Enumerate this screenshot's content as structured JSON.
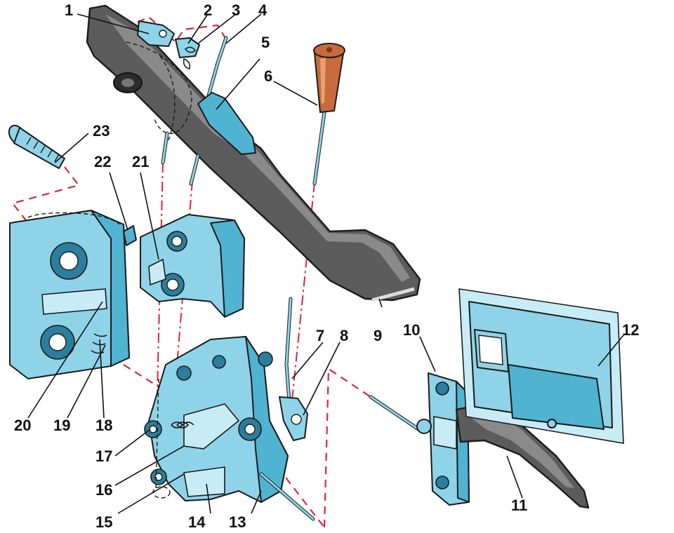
{
  "callouts": {
    "n1": "1",
    "n2": "2",
    "n3": "3",
    "n4": "4",
    "n5": "5",
    "n6": "6",
    "n7": "7",
    "n8": "8",
    "n9": "9",
    "n10": "10",
    "n11": "11",
    "n12": "12",
    "n13": "13",
    "n14": "14",
    "n15": "15",
    "n16": "16",
    "n17": "17",
    "n18": "18",
    "n19": "19",
    "n20": "20",
    "n21": "21",
    "n22": "22",
    "n23": "23"
  },
  "colors": {
    "metal": "#8fd3e8",
    "metal_dark": "#4fb3d1",
    "handle": "#5c5c5c",
    "knob": "#c86a3c",
    "assembly_lines": "#d8283a",
    "outline": "#1b1b1b"
  }
}
